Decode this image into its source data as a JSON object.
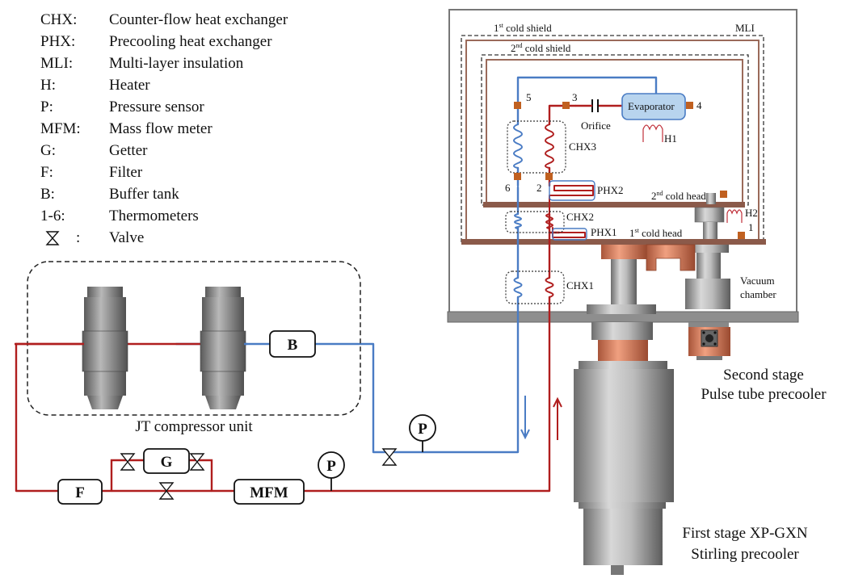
{
  "legend": [
    {
      "abbr": "CHX:",
      "desc": "Counter-flow heat exchanger"
    },
    {
      "abbr": "PHX:",
      "desc": "Precooling heat exchanger"
    },
    {
      "abbr": "MLI:",
      "desc": "Multi-layer insulation"
    },
    {
      "abbr": "H:",
      "desc": "Heater"
    },
    {
      "abbr": "P:",
      "desc": "Pressure sensor"
    },
    {
      "abbr": "MFM:",
      "desc": "Mass flow meter"
    },
    {
      "abbr": "G:",
      "desc": "Getter"
    },
    {
      "abbr": "F:",
      "desc": "Filter"
    },
    {
      "abbr": "B:",
      "desc": "Buffer tank"
    },
    {
      "abbr": "1-6:",
      "desc": "Thermometers"
    },
    {
      "abbr": ":",
      "desc": "Valve"
    }
  ],
  "labels": {
    "shield1_base": "1",
    "shield1_sup": "st",
    "shield1_rest": " cold shield",
    "shield2_base": "2",
    "shield2_sup": "nd",
    "shield2_rest": " cold shield",
    "mli": "MLI",
    "evaporator": "Evaporator",
    "orifice": "Orifice",
    "chx1": "CHX1",
    "chx2": "CHX2",
    "chx3": "CHX3",
    "phx1": "PHX1",
    "phx2": "PHX2",
    "h1": "H1",
    "h2": "H2",
    "head2_base": "2",
    "head2_sup": "nd",
    "head2_rest": " cold head",
    "head1_base": "1",
    "head1_sup": "st",
    "head1_rest": "  cold head",
    "vacuum1": "Vacuum",
    "vacuum2": "chamber",
    "t1": "1",
    "t2": "2",
    "t3": "3",
    "t4": "4",
    "t5": "5",
    "t6": "6",
    "compressor_unit": "JT compressor unit",
    "buffer": "B",
    "getter": "G",
    "filter": "F",
    "mfm": "MFM",
    "pressure": "P",
    "second_stage_1": "Second stage",
    "second_stage_2": "Pulse tube precooler",
    "first_stage_1": "First stage XP-GXN",
    "first_stage_2": "Stirling precooler"
  },
  "colors": {
    "high_pressure_line": "#b01e1e",
    "low_pressure_line": "#4a7cc4",
    "shield": "#9a6a5a",
    "plate": "#8b5a4a",
    "flange": "#9a9a9a",
    "evaporator_fill": "#b8d4ee",
    "thermometer": "#c06020"
  }
}
